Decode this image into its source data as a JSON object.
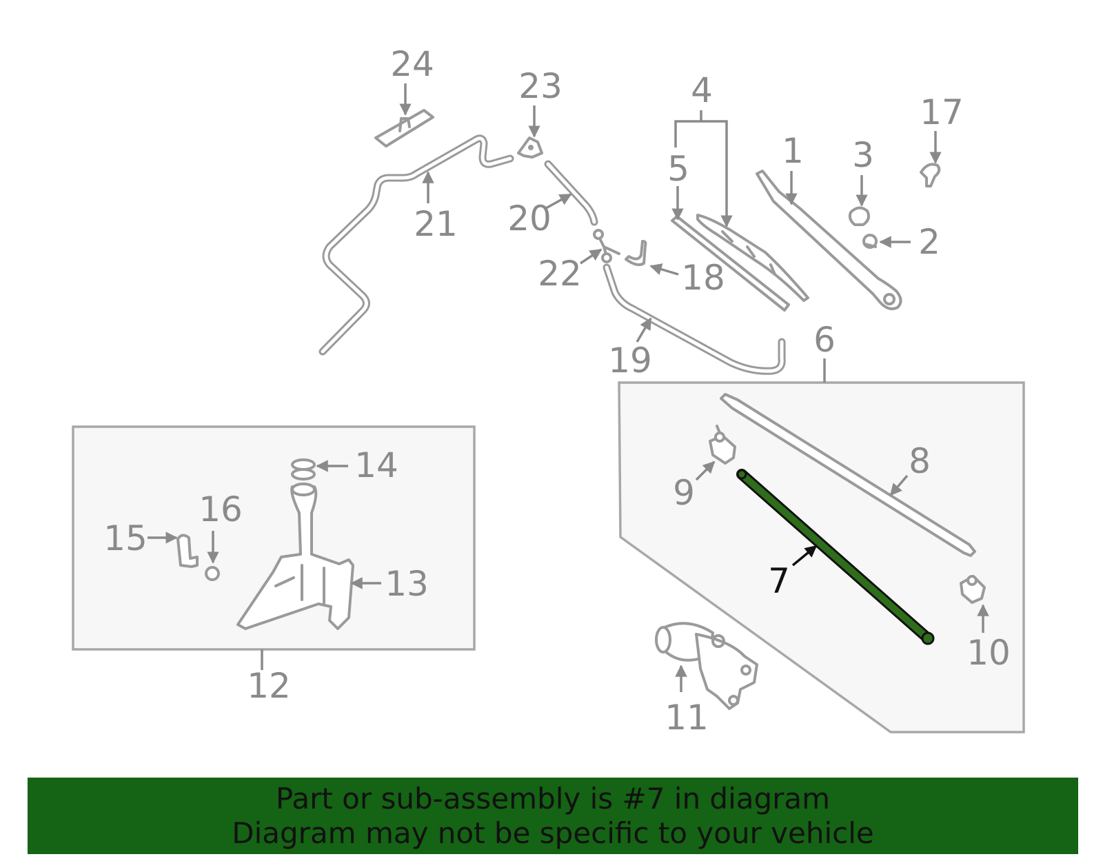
{
  "callouts": [
    "1",
    "2",
    "3",
    "4",
    "5",
    "6",
    "7",
    "8",
    "9",
    "10",
    "11",
    "12",
    "13",
    "14",
    "15",
    "16",
    "17",
    "18",
    "19",
    "20",
    "21",
    "22",
    "23",
    "24"
  ],
  "highlighted_part": "7",
  "banner": {
    "line1": "Part or sub-assembly is #7 in diagram",
    "line2": "Diagram may not be specific to your vehicle"
  },
  "colors": {
    "banner_bg": "#156314",
    "highlight": "#2e6e1b",
    "line_art": "#9a9a9a",
    "callout_text": "#8a8a8a"
  }
}
